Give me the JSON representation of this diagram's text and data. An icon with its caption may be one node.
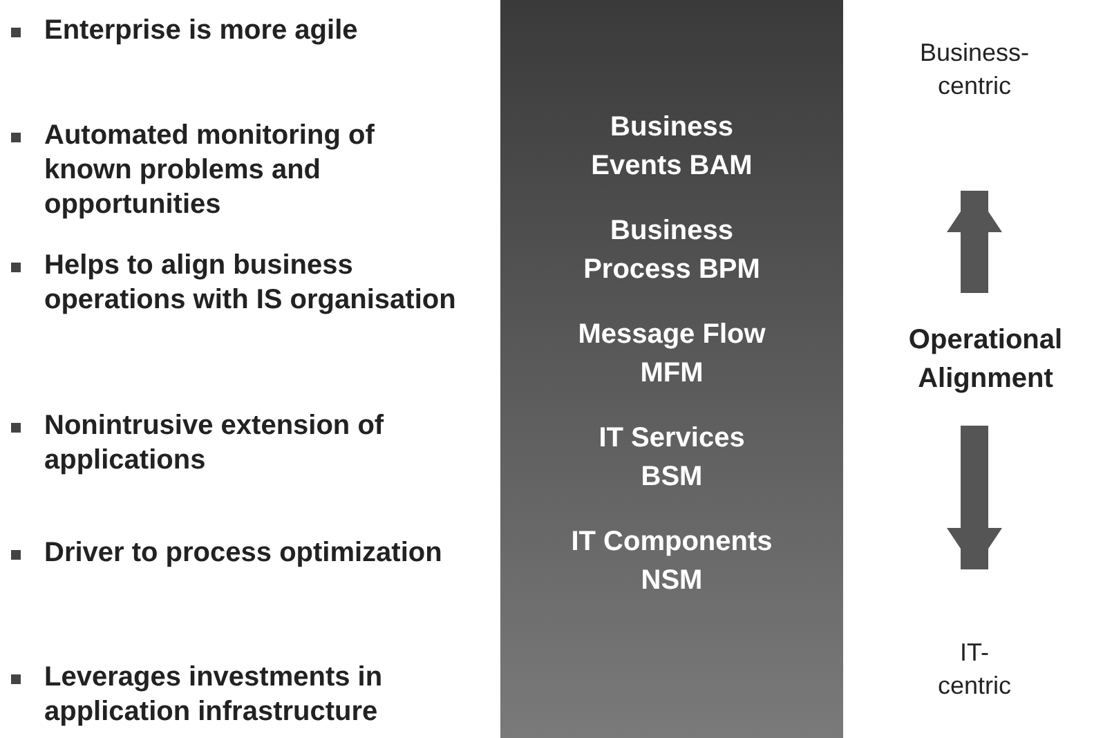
{
  "diagram": {
    "nodes": [
      {
        "text": [
          "Business Events BAM",
          "Business Process BPM",
          "Message Flow MFM",
          "IT Services BSM",
          "IT Components NSM"
        ]
      },
      {
        "text": [
          "Business-centric"
        ]
      },
      {
        "text": [
          "Operational Alignment"
        ]
      },
      {
        "text": [
          "IT-centric"
        ]
      }
    ],
    "edges": [
      {
        "from": 2,
        "to": 1,
        "arrow": "to"
      },
      {
        "from": 2,
        "to": 3,
        "arrow": "to"
      }
    ],
    "labels": [
      "Enterprise is more agile",
      "Automated monitoring of known problems and opportunities",
      "Helps to align business operations with IS organisation",
      "Nonintrusive extension of applications",
      "Driver to process optimization",
      "Leverages investments in application infrastructure"
    ]
  }
}
